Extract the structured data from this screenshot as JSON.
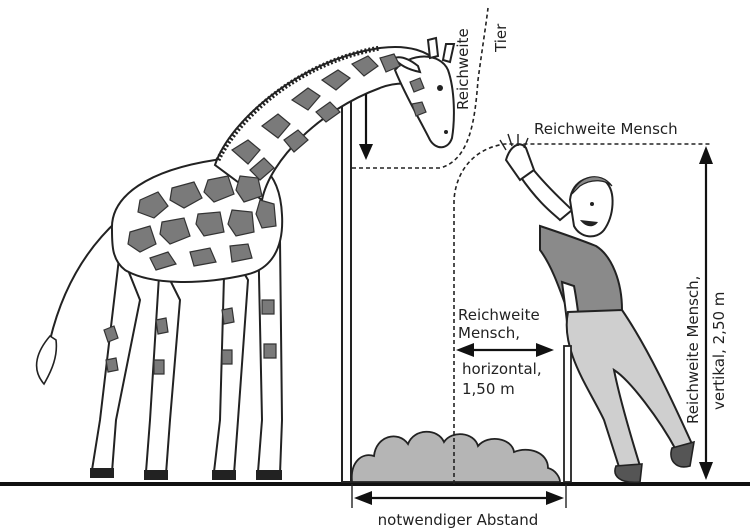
{
  "labels": {
    "reach_animal_line1": "Reichweite",
    "reach_animal_line2": "Tier",
    "reach_human_top": "Reichweite Mensch",
    "reach_human_h_line1": "Reichweite",
    "reach_human_h_line2": "Mensch,",
    "reach_human_h_line3": "horizontal,",
    "reach_human_h_line4": "1,50 m",
    "reach_human_v_line1": "Reichweite Mensch,",
    "reach_human_v_line2": "vertikal, 2,50 m",
    "required_distance": "notwendiger Abstand"
  },
  "colors": {
    "spots": "#7a7a7a",
    "bush": "#b5b5b5",
    "shirt": "#8a8a8a",
    "pants": "#cfcfcf",
    "ink": "#222222"
  }
}
